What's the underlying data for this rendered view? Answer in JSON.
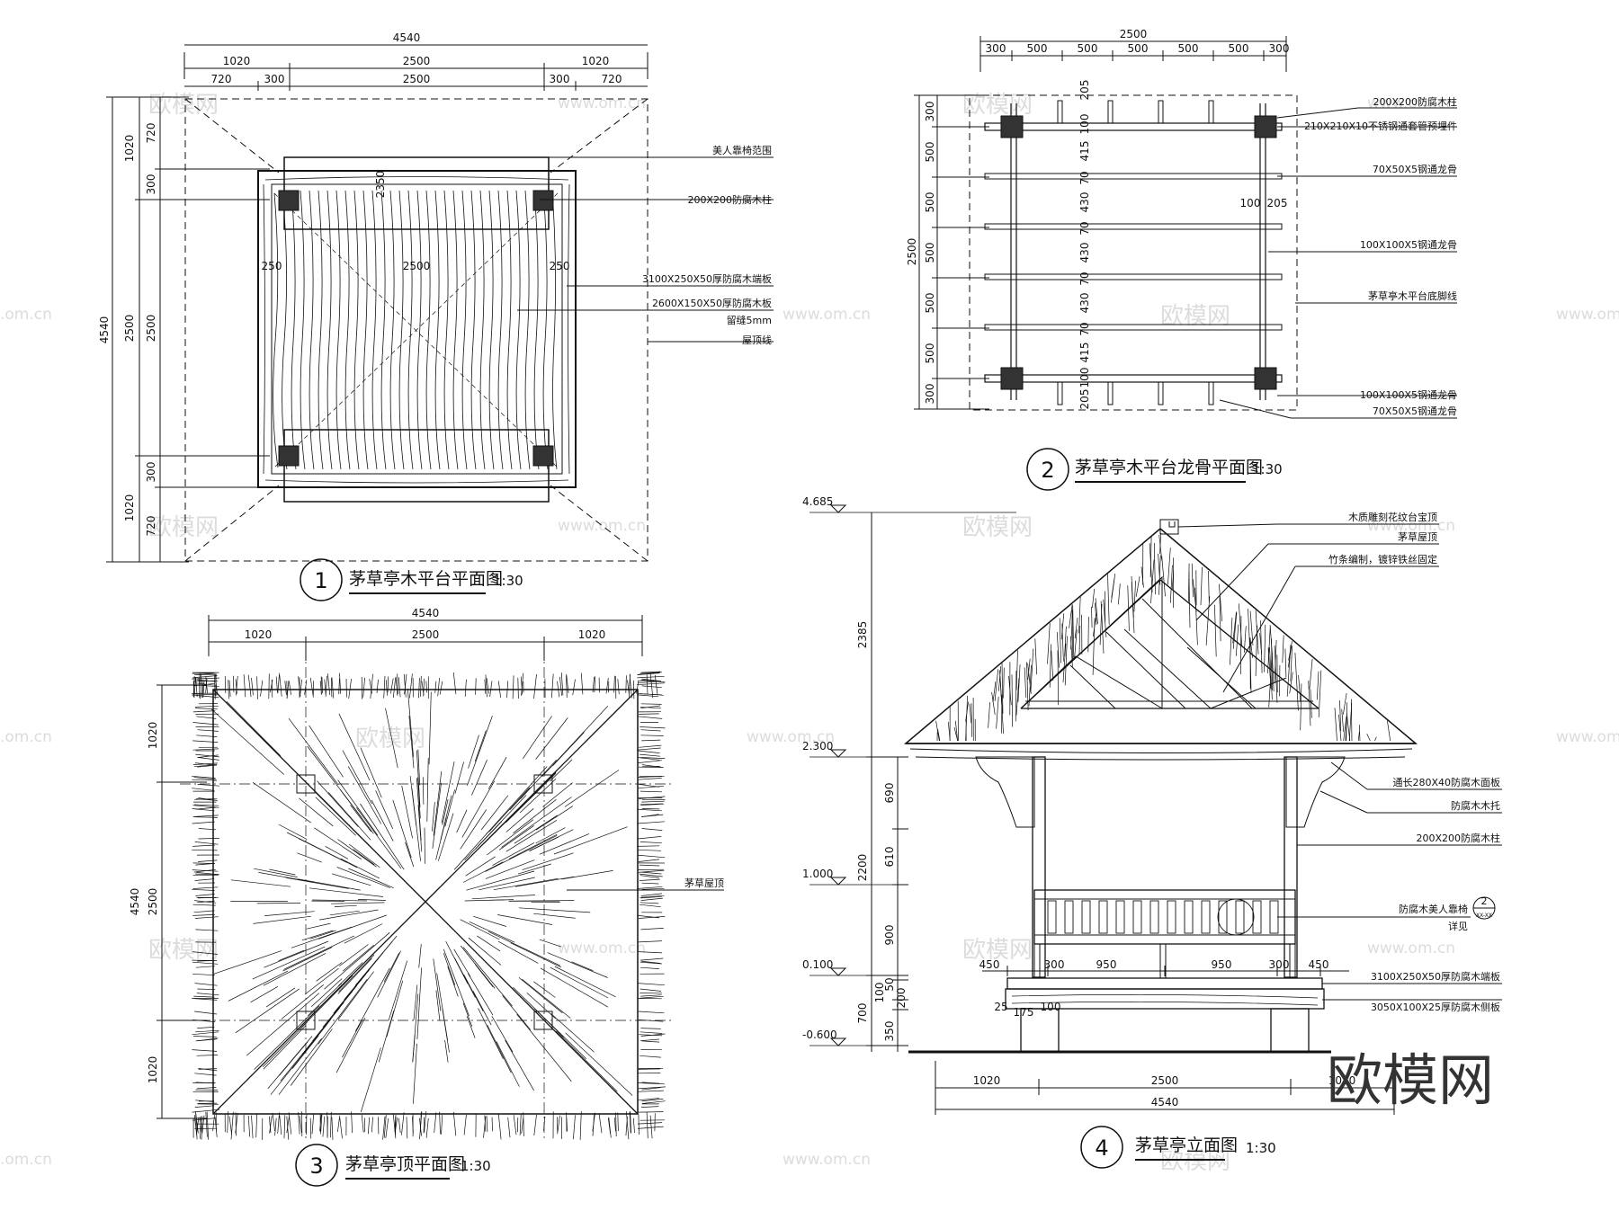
{
  "colors": {
    "line": "#111111",
    "watermark": "#dcdcdc",
    "paper": "#ffffff"
  },
  "watermark": {
    "brand": "欧模网",
    "site": "www.om.cn",
    "site_short": ".om.cn"
  },
  "d1": {
    "number": "1",
    "title": "茅草亭木平台平面图",
    "scale": "1:30",
    "dims_top": [
      "4540",
      "1020",
      "2500",
      "1020",
      "720",
      "300",
      "2500",
      "300",
      "720"
    ],
    "dims_left": [
      "4540",
      "1020",
      "2500",
      "1020",
      "720",
      "300",
      "2500",
      "300",
      "720"
    ],
    "inner_dims": [
      "250",
      "2500",
      "250",
      "2350"
    ],
    "notes": [
      "美人靠椅范围",
      "200X200防腐木柱",
      "3100X250X50厚防腐木端板",
      "2600X150X50厚防腐木板",
      "留缝5mm",
      "屋顶线"
    ]
  },
  "d2": {
    "number": "2",
    "title": "茅草亭木平台龙骨平面图",
    "scale": "1:30",
    "dims_top": [
      "2500",
      "300",
      "500",
      "500",
      "500",
      "500",
      "500",
      "300"
    ],
    "dims_left": [
      "2500",
      "300",
      "500",
      "500",
      "500",
      "500",
      "500",
      "300"
    ],
    "dims_right_col": [
      "205",
      "100",
      "415",
      "70",
      "430",
      "70",
      "430",
      "70",
      "430",
      "70",
      "415",
      "100",
      "205"
    ],
    "side_dims": [
      "100",
      "205"
    ],
    "notes": [
      "200X200防腐木柱",
      "210X210X10不锈钢通套管预埋件",
      "70X50X5钢通龙骨",
      "100X100X5钢通龙骨",
      "茅草亭木平台底脚线",
      "100X100X5钢通龙骨",
      "70X50X5钢通龙骨"
    ]
  },
  "d3": {
    "number": "3",
    "title": "茅草亭顶平面图",
    "scale": "1:30",
    "dims_top": [
      "4540",
      "1020",
      "2500",
      "1020"
    ],
    "dims_left": [
      "4540",
      "1020",
      "2500",
      "1020"
    ],
    "notes": [
      "茅草屋顶"
    ]
  },
  "d4": {
    "number": "4",
    "title": "茅草亭立面图",
    "scale": "1:30",
    "levels": [
      "4.685",
      "2.300",
      "1.000",
      "0.100",
      "-0.600"
    ],
    "dims_left_outer": [
      "2385",
      "2200",
      "700"
    ],
    "dims_left_inner": [
      "690",
      "610",
      "900",
      "50",
      "200",
      "100",
      "350"
    ],
    "dims_bottom": [
      "1020",
      "2500",
      "1020",
      "4540"
    ],
    "dims_platform": [
      "450",
      "300",
      "950",
      "950",
      "300",
      "450",
      "25",
      "175",
      "100"
    ],
    "notes": [
      "木质雕刻花纹台宝顶",
      "茅草屋顶",
      "竹条编制，镀锌铁丝固定",
      "通长280X40防腐木面板",
      "防腐木木托",
      "200X200防腐木柱",
      "防腐木美人靠椅",
      "详见",
      "3100X250X50厚防腐木端板",
      "3050X100X25厚防腐木侧板"
    ],
    "detail_ref": [
      "2",
      "XX-XX"
    ]
  }
}
